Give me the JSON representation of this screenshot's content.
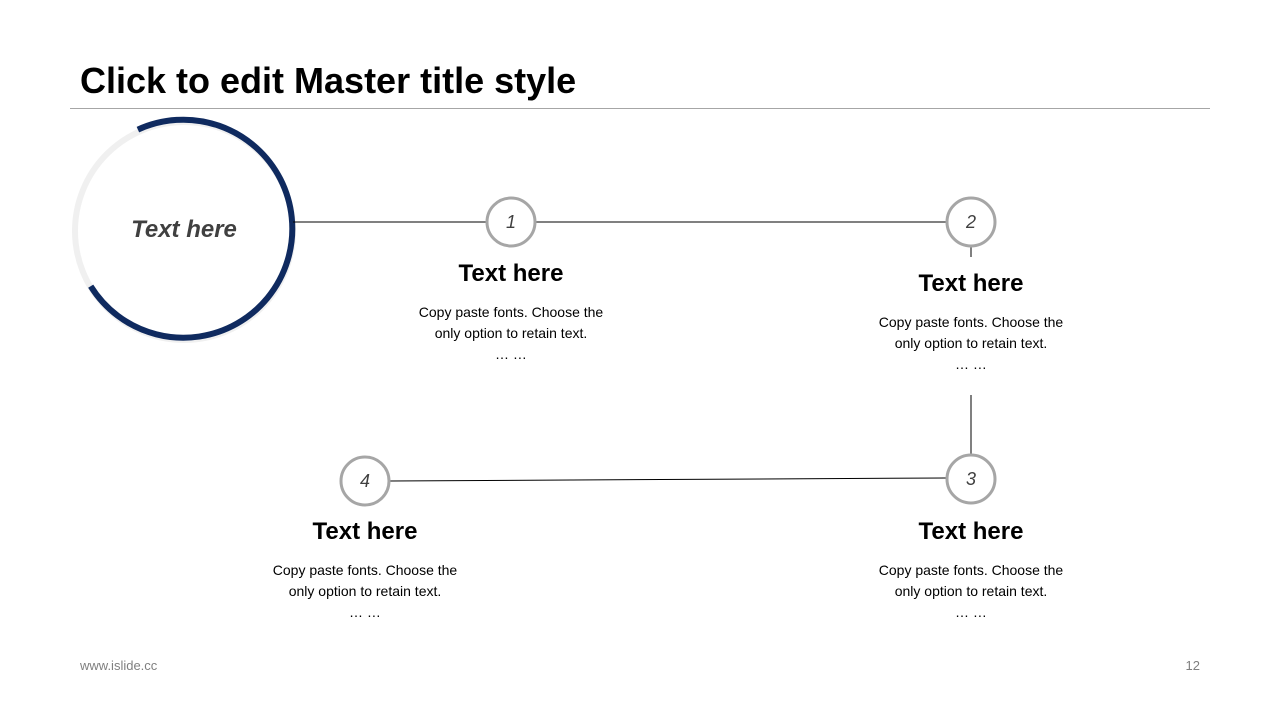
{
  "slide": {
    "title": "Click to edit Master title style",
    "hub_label": "Text here",
    "footer_url": "www.islide.cc",
    "page_number": "12"
  },
  "colors": {
    "accent": "#0f2a5f",
    "hub_track": "#f0f0f0",
    "step_circle": "#a6a6a6",
    "connector": "#000000",
    "rule": "#a6a6a6"
  },
  "steps": [
    {
      "number": "1",
      "title": "Text here",
      "desc": "Copy paste fonts. Choose the only option to retain text.",
      "ellipsis": "… …"
    },
    {
      "number": "2",
      "title": "Text here",
      "desc": "Copy paste fonts. Choose the only option to retain text.",
      "ellipsis": "… …"
    },
    {
      "number": "3",
      "title": "Text here",
      "desc": "Copy paste fonts. Choose the only option to retain text.",
      "ellipsis": "… …"
    },
    {
      "number": "4",
      "title": "Text here",
      "desc": "Copy paste fonts. Choose the only option to retain text.",
      "ellipsis": "… …"
    }
  ]
}
